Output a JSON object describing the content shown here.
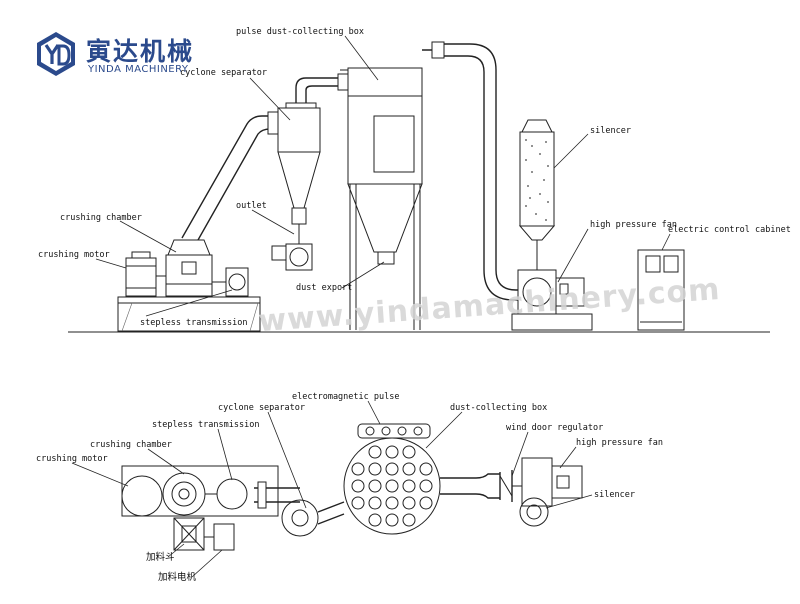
{
  "logo": {
    "name_cn": "寅达机械",
    "name_en": "YINDA MACHINERY",
    "icon": "yd-hexagon-logo-icon",
    "color": "#2b4a8c"
  },
  "watermark": "www.yindamachinery.com",
  "top_view": {
    "labels": {
      "pulse_box": "pulse dust-collecting box",
      "cyclone": "cyclone separator",
      "silencer": "silencer",
      "outlet": "outlet",
      "crushing_chamber": "crushing chamber",
      "high_pressure_fan": "high pressure fan",
      "control_cabinet": "electric control cabinet",
      "crushing_motor": "crushing motor",
      "dust_export": "dust export",
      "stepless": "stepless transmission"
    }
  },
  "bottom_view": {
    "labels": {
      "electromagnetic_pulse": "electromagnetic pulse",
      "cyclone": "cyclone separator",
      "dust_box": "dust-collecting box",
      "stepless": "stepless transmission",
      "wind_door": "wind door regulator",
      "crushing_chamber": "crushing chamber",
      "high_pressure_fan": "high pressure fan",
      "crushing_motor": "crushing motor",
      "silencer": "silencer",
      "feed_hopper_cn": "加料斗",
      "feed_motor_cn": "加料电机"
    }
  }
}
